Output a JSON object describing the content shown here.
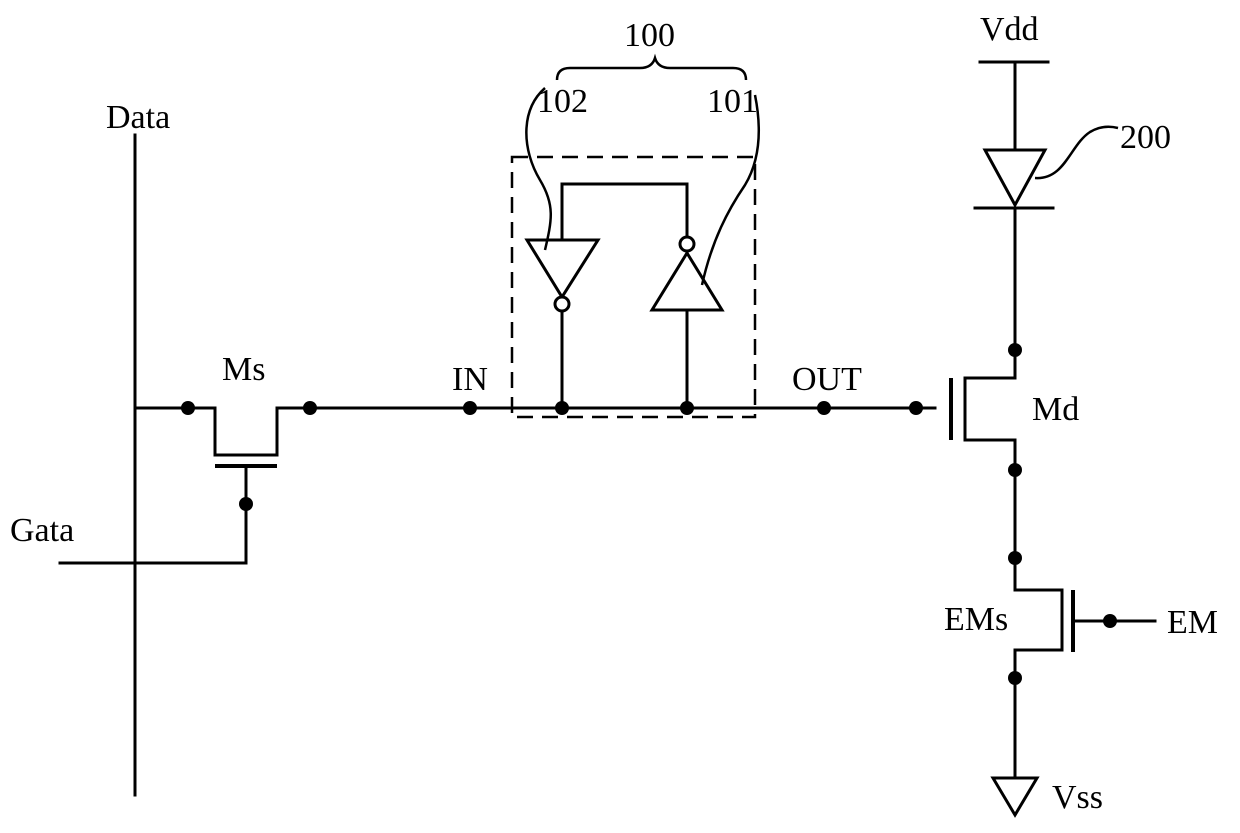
{
  "labels": {
    "data": "Data",
    "gate": "Gata",
    "ms": "Ms",
    "in": "IN",
    "out": "OUT",
    "md": "Md",
    "ems": "EMs",
    "em": "EM",
    "vdd": "Vdd",
    "vss": "Vss",
    "latch_ref": "100",
    "inv102_ref": "102",
    "inv101_ref": "101",
    "led_ref": "200"
  }
}
